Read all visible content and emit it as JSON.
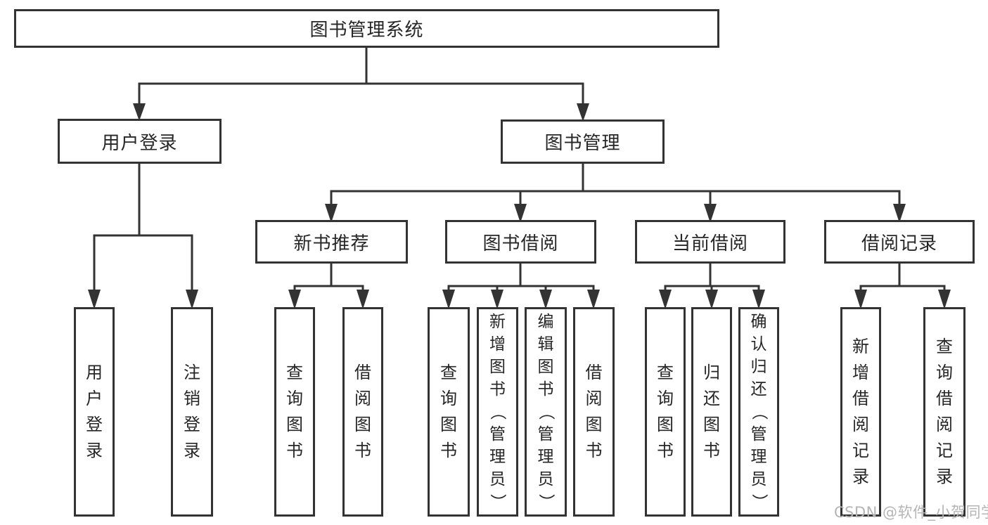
{
  "diagram": {
    "title": "图书管理系统",
    "type": "hierarchy-tree"
  },
  "tree": {
    "root": {
      "label": "图书管理系统"
    },
    "branches": [
      {
        "label": "用户登录",
        "children": [
          {
            "label": "用户登录"
          },
          {
            "label": "注销登录"
          }
        ]
      },
      {
        "label": "图书管理",
        "children": [
          {
            "label": "新书推荐",
            "children": [
              {
                "label": "查询图书"
              },
              {
                "label": "借阅图书"
              }
            ]
          },
          {
            "label": "图书借阅",
            "children": [
              {
                "label": "查询图书"
              },
              {
                "label": "新增图书（管理员）"
              },
              {
                "label": "编辑图书（管理员）"
              },
              {
                "label": "借阅图书"
              }
            ]
          },
          {
            "label": "当前借阅",
            "children": [
              {
                "label": "查询图书"
              },
              {
                "label": "归还图书"
              },
              {
                "label": "确认归还（管理员）"
              }
            ]
          },
          {
            "label": "借阅记录",
            "children": [
              {
                "label": "新增借阅记录"
              },
              {
                "label": "查询借阅记录"
              }
            ]
          }
        ]
      }
    ]
  },
  "watermark": {
    "text": "CSDN @软件_小贺同学"
  },
  "colors": {
    "line": "#333333",
    "text": "#262626",
    "background": "#ffffff",
    "watermark": "#b5b5b5"
  }
}
